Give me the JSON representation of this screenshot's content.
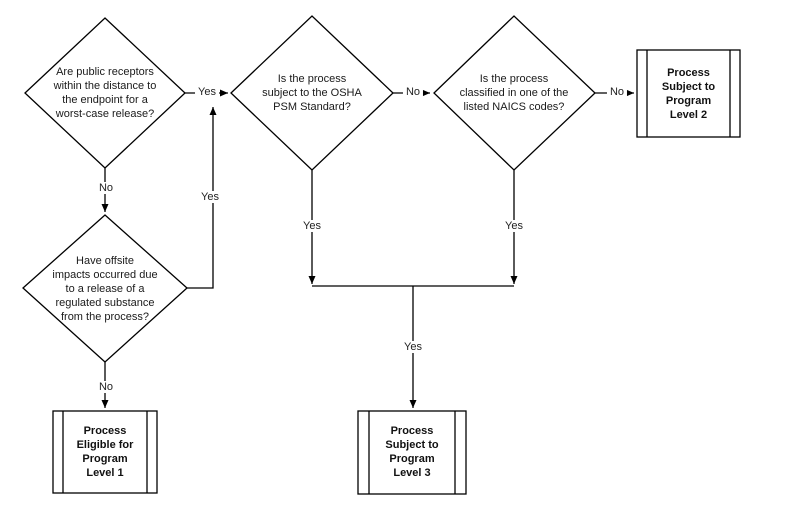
{
  "diagram": {
    "type": "flowchart",
    "background_color": "#ffffff",
    "line_color": "#000000",
    "text_color": "#1a1a1a",
    "nodes": {
      "public_receptors": {
        "shape": "decision",
        "lines": [
          "Are public receptors",
          "within the distance to",
          "the endpoint for a",
          "worst-case release?"
        ]
      },
      "osha_psm": {
        "shape": "decision",
        "lines": [
          "Is the process",
          "subject to the OSHA",
          "PSM Standard?"
        ]
      },
      "naics_codes": {
        "shape": "decision",
        "lines": [
          "Is the process",
          "classified in one of the",
          "listed NAICS codes?"
        ]
      },
      "offsite_impacts": {
        "shape": "decision",
        "lines": [
          "Have offsite",
          "impacts occurred due",
          "to a release of a",
          "regulated substance",
          "from the process?"
        ]
      },
      "program_level_2": {
        "shape": "predefined-process",
        "lines": [
          "Process",
          "Subject to",
          "Program",
          "Level 2"
        ]
      },
      "program_level_1": {
        "shape": "predefined-process",
        "lines": [
          "Process",
          "Eligible for",
          "Program",
          "Level 1"
        ]
      },
      "program_level_3": {
        "shape": "predefined-process",
        "lines": [
          "Process",
          "Subject to",
          "Program",
          "Level 3"
        ]
      }
    },
    "edges": {
      "receptors_to_psm": {
        "label": "Yes",
        "from": "public_receptors",
        "to": "osha_psm"
      },
      "receptors_to_offsite": {
        "label": "No",
        "from": "public_receptors",
        "to": "offsite_impacts"
      },
      "psm_to_naics": {
        "label": "No",
        "from": "osha_psm",
        "to": "naics_codes"
      },
      "psm_to_merge": {
        "label": "Yes",
        "from": "osha_psm",
        "to": "program_level_3"
      },
      "naics_to_level2": {
        "label": "No",
        "from": "naics_codes",
        "to": "program_level_2"
      },
      "naics_to_merge": {
        "label": "Yes",
        "from": "naics_codes",
        "to": "program_level_3"
      },
      "offsite_to_level1": {
        "label": "No",
        "from": "offsite_impacts",
        "to": "program_level_1"
      },
      "offsite_to_psm": {
        "label": "Yes",
        "from": "offsite_impacts",
        "to": "osha_psm"
      },
      "merge_to_level3": {
        "label": "Yes",
        "from": "merge_point",
        "to": "program_level_3"
      }
    }
  }
}
